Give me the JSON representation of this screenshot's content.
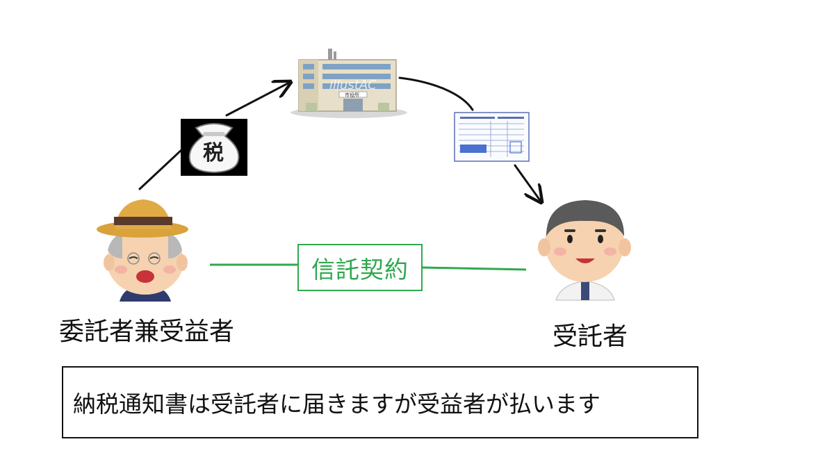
{
  "parties": {
    "entrustor_label": "委託者兼受益者",
    "trustee_label": "受託者"
  },
  "contract": {
    "label": "信託契約"
  },
  "tax_bag": {
    "label": "税"
  },
  "city_office": {
    "sign": "市役所",
    "watermark": "illustAC"
  },
  "note": {
    "text": "納税通知書は受託者に届きますが受益者が払います"
  },
  "colors": {
    "contract_green": "#2fa84f",
    "arrow": "#111111",
    "text": "#111111"
  },
  "icons": [
    "elderly-man-icon",
    "tax-bag-icon",
    "city-hall-icon",
    "tax-notice-icon",
    "trustee-man-icon"
  ]
}
